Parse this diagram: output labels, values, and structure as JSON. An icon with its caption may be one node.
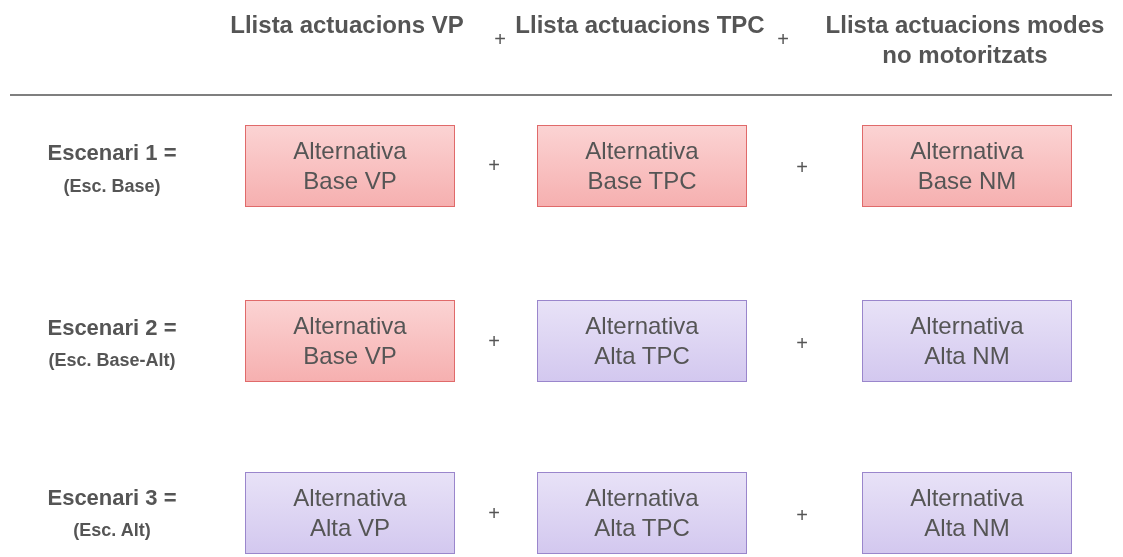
{
  "diagram": {
    "nodes": [
      {
        "text": [
          "Alternativa Base VP"
        ]
      },
      {
        "text": [
          "Alternativa Base TPC"
        ]
      },
      {
        "text": [
          "Alternativa Base NM"
        ]
      },
      {
        "text": [
          "Alternativa Base VP"
        ]
      },
      {
        "text": [
          "Alternativa Alta TPC"
        ]
      },
      {
        "text": [
          "Alternativa Alta NM"
        ]
      },
      {
        "text": [
          "Alternativa Alta VP"
        ]
      },
      {
        "text": [
          "Alternativa Alta TPC"
        ]
      },
      {
        "text": [
          "Alternativa Alta NM"
        ]
      }
    ],
    "labels": [
      "Llista actuacions VP",
      "+",
      "Llista actuacions TPC",
      "+",
      "Llista actuacions modes no motoritzats",
      "Escenari 1 =",
      "(Esc. Base)",
      "+",
      "+",
      "Escenari 2 =",
      "(Esc. Base-Alt)",
      "+",
      "+",
      "Escenari 3 =",
      "(Esc. Alt)",
      "+",
      "+"
    ]
  }
}
